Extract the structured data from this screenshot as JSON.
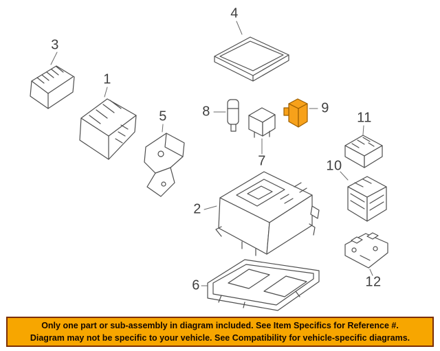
{
  "colors": {
    "highlight": "#F7A11A",
    "highlight_border": "#9C5E00",
    "banner_bg": "#F7A600",
    "banner_border": "#7B2E00",
    "line_art": "#4D4D4D",
    "label_text": "#3F3F3F"
  },
  "diagram": {
    "labels": {
      "p1": "1",
      "p2": "2",
      "p3": "3",
      "p4": "4",
      "p5": "5",
      "p6": "6",
      "p7": "7",
      "p8": "8",
      "p9": "9",
      "p10": "10",
      "p11": "11",
      "p12": "12"
    }
  },
  "banner": {
    "line1": "Only one part or sub-assembly in diagram included. See Item Specifics for Reference #.",
    "line2": "Diagram may not be specific to your vehicle. See Compatibility for vehicle-specific diagrams."
  }
}
